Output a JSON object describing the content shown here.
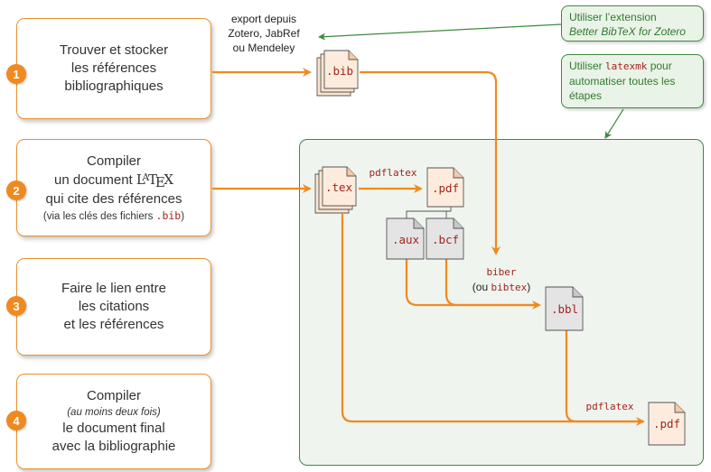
{
  "steps": [
    {
      "number": "1",
      "line1": "Trouver et stocker",
      "line2": "les références",
      "line3": "bibliographiques"
    },
    {
      "number": "2",
      "line1": "Compiler",
      "line2_pre": "un document ",
      "latex": "LaTeX",
      "line3": "qui cite des références",
      "note_pre": "(via les clés des fichiers ",
      "note_code": ".bib",
      "note_post": ")"
    },
    {
      "number": "3",
      "line1": "Faire le lien entre",
      "line2": "les citations",
      "line3": "et les références"
    },
    {
      "number": "4",
      "line1": "Compiler",
      "note": "(au moins deux fois)",
      "line2": "le document final",
      "line3": "avec la bibliographie"
    }
  ],
  "export_label": [
    "export depuis",
    "Zotero, JabRef",
    "ou Mendeley"
  ],
  "callout_bbt": {
    "line1": "Utiliser l’extension",
    "line2": "Better BibTeX for Zotero"
  },
  "callout_latexmk": {
    "pre": "Utiliser ",
    "code": "latexmk",
    "post": " pour",
    "line2": "automatiser toutes les",
    "line3": "étapes"
  },
  "files": {
    "bib": ".bib",
    "tex": ".tex",
    "pdf1": ".pdf",
    "aux": ".aux",
    "bcf": ".bcf",
    "bbl": ".bbl",
    "pdf2": ".pdf"
  },
  "tools": {
    "pdflatex1": "pdflatex",
    "biber": "biber",
    "or_pre": "(ou ",
    "or_code": "bibtex",
    "or_post": ")",
    "pdflatex2": "pdflatex"
  },
  "colors": {
    "accent": "#ef8a1f",
    "green": "#3f8a3f",
    "code": "#a3241c"
  }
}
